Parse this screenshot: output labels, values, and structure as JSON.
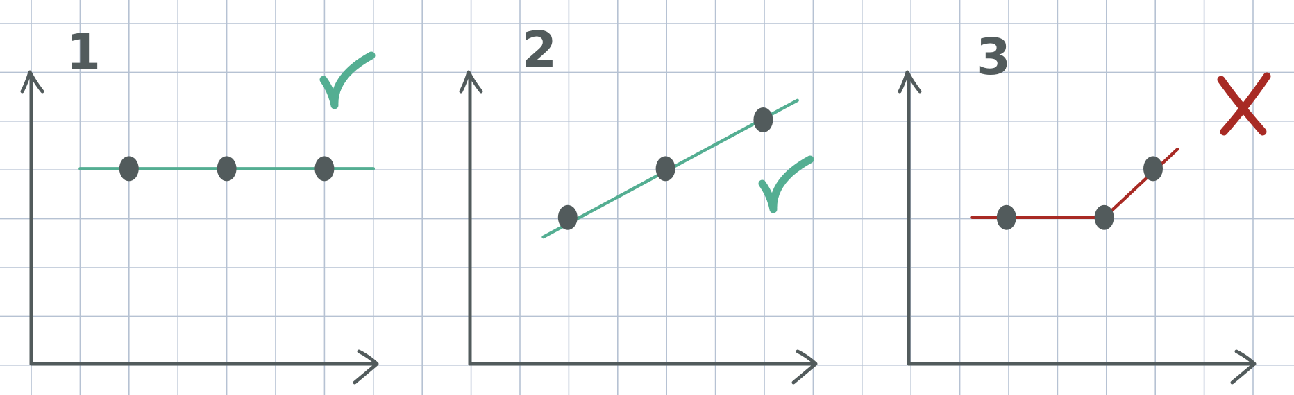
{
  "colors": {
    "background": "#ffffff",
    "grid": "#b6c2d3",
    "axis": "#525b5c",
    "point": "#525b5c",
    "good": "#54ae92",
    "bad": "#a82a24"
  },
  "panels": [
    {
      "number": "1",
      "verdict": "check-mark",
      "points": [
        [
          2,
          4
        ],
        [
          4,
          4
        ],
        [
          6,
          4
        ]
      ],
      "fit_line": [
        [
          1,
          4
        ],
        [
          7,
          4
        ]
      ],
      "fit_color": "good"
    },
    {
      "number": "2",
      "verdict": "check-mark",
      "points": [
        [
          2,
          3
        ],
        [
          4,
          4
        ],
        [
          6,
          5
        ]
      ],
      "fit_line": [
        [
          1.5,
          2.6
        ],
        [
          6.7,
          5.4
        ]
      ],
      "fit_color": "good"
    },
    {
      "number": "3",
      "verdict": "cross-mark",
      "points": [
        [
          2,
          3
        ],
        [
          4,
          3
        ],
        [
          5,
          4
        ]
      ],
      "fit_line": [
        [
          1.3,
          3
        ],
        [
          4,
          3
        ],
        [
          5.5,
          4.4
        ]
      ],
      "fit_color": "bad"
    }
  ]
}
